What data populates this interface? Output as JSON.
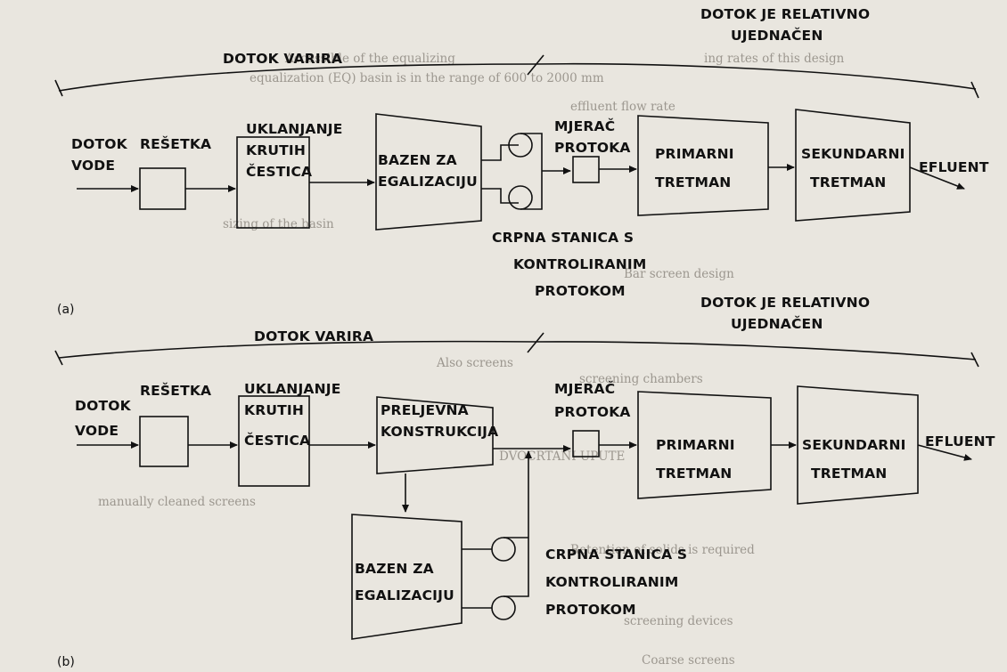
{
  "diagram_a": {
    "part_label": "(a)",
    "flow_varies": "DOTOK VARIRA",
    "flow_uniform": [
      "DOTOK JE RELATIVNO",
      "UJEDNAČEN"
    ],
    "inflow": [
      "DOTOK",
      "VODE"
    ],
    "screen": "REŠETKA",
    "grit_removal": [
      "UKLANJANJE",
      "KRUTIH",
      "ČESTICA"
    ],
    "equalization_basin": [
      "BAZEN ZA",
      "EGALIZACIJU"
    ],
    "flow_meter": [
      "MJERAČ",
      "PROTOKA"
    ],
    "pump_station": [
      "CRPNA STANICA S",
      "KONTROLIRANIM",
      "PROTOKOM"
    ],
    "primary": [
      "PRIMARNI",
      "TRETMAN"
    ],
    "secondary": [
      "SEKUNDARNI",
      "TRETMAN"
    ],
    "effluent": "EFLUENT"
  },
  "diagram_b": {
    "part_label": "(b)",
    "flow_varies": "DOTOK VARIRA",
    "flow_uniform": [
      "DOTOK JE RELATIVNO",
      "UJEDNAČEN"
    ],
    "inflow": [
      "DOTOK",
      "VODE"
    ],
    "screen": "REŠETKA",
    "grit_removal": [
      "UKLANJANJE",
      "KRUTIH",
      "ČESTICA"
    ],
    "diversion_structure": [
      "PRELJEVNA",
      "KONSTRUKCIJA"
    ],
    "flow_meter": [
      "MJERAČ",
      "PROTOKA"
    ],
    "equalization_basin": [
      "BAZEN ZA",
      "EGALIZACIJU"
    ],
    "pump_station": [
      "CRPNA STANICA S",
      "KONTROLIRANIM",
      "PROTOKOM"
    ],
    "primary": [
      "PRIMARNI",
      "TRETMAN"
    ],
    "secondary": [
      "SEKUNDARNI",
      "TRETMAN"
    ],
    "effluent": "EFLUENT"
  },
  "background_text": [
    "Accessible of the equalizing",
    "ing rates of this design",
    "equalization (EQ) basin is in the range of 600 to 2000 mm",
    "effluent flow rate",
    "sizing of the basin",
    "Bar screen design",
    "Also screens",
    "screening chambers",
    "DVOCRTANI UPUTE",
    "manually cleaned screens",
    "Retention of solids is required",
    "screening devices",
    "Coarse screens"
  ]
}
